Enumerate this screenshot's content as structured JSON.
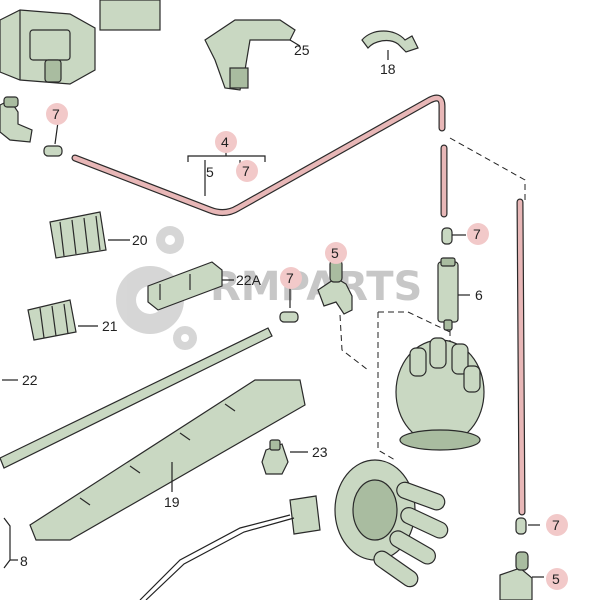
{
  "callouts": {
    "c25": "25",
    "c18": "18",
    "c7a": "7",
    "c4": "4",
    "c5a": "5",
    "c7b": "7",
    "c7c": "7",
    "c20": "20",
    "c5b": "5",
    "c7d": "7",
    "c22a": "22A",
    "c6": "6",
    "c21": "21",
    "c22": "22",
    "c23": "23",
    "c19": "19",
    "c7e": "7",
    "c8": "8",
    "c5c": "5"
  },
  "watermark": {
    "text": "RMPARTS"
  },
  "colors": {
    "bubble": "#f2c9c9",
    "part": "#c9d8c2",
    "hose": "#e8b7b7"
  }
}
